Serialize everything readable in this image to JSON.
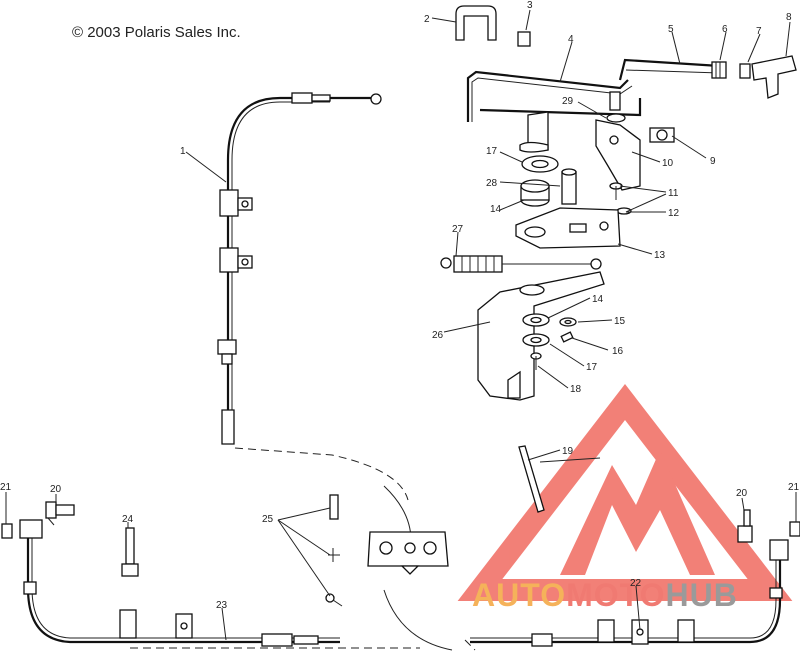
{
  "copyright": "© 2003 Polaris Sales Inc.",
  "watermark": {
    "part1": "AUTO",
    "part2": "MOTO",
    "part3": "HUB",
    "color1": "#f5b25a",
    "color2": "#f07a72",
    "color3": "#9a9a9a",
    "logo_color": "#f06a60"
  },
  "callouts": {
    "c1": "1",
    "c2": "2",
    "c3": "3",
    "c4": "4",
    "c5": "5",
    "c6": "6",
    "c7": "7",
    "c8": "8",
    "c9": "9",
    "c10": "10",
    "c11": "11",
    "c12": "12",
    "c13": "13",
    "c14a": "14",
    "c14b": "14",
    "c15": "15",
    "c16": "16",
    "c17a": "17",
    "c17b": "17",
    "c18": "18",
    "c19": "19",
    "c20a": "20",
    "c20b": "20",
    "c21a": "21",
    "c21b": "21",
    "c22": "22",
    "c23": "23",
    "c24": "24",
    "c25": "25",
    "c26": "26",
    "c27": "27",
    "c28": "28",
    "c29": "29"
  }
}
